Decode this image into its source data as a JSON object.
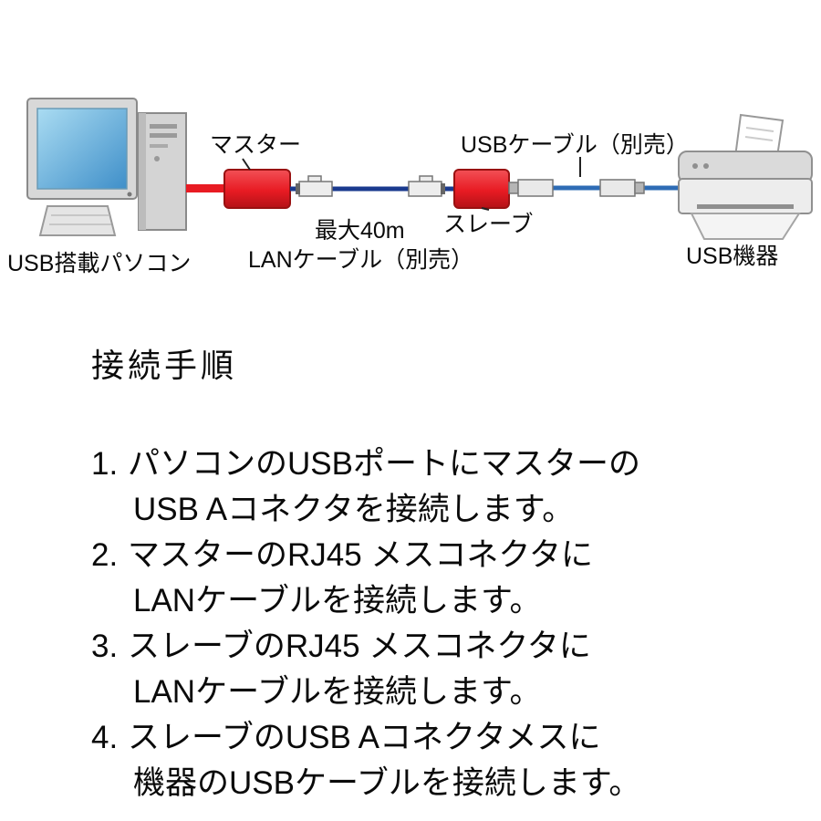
{
  "diagram": {
    "pc_label": "USB搭載パソコン",
    "master_label": "マスター",
    "lan_max_label": "最大40m",
    "lan_cable_label": "LANケーブル（別売）",
    "slave_label": "スレーブ",
    "usb_cable_label": "USBケーブル（別売）",
    "device_label": "USB機器",
    "colors": {
      "extender_red": "#e81b23",
      "cable_navy": "#1a3a8e",
      "usb_cable_blue": "#2e6cb5",
      "screen_blue": "#4e9fd4"
    }
  },
  "instructions": {
    "heading": "接続手順",
    "steps": [
      {
        "num": "1.",
        "line1": "パソコンのUSBポートにマスターの",
        "line2": "USB Aコネクタを接続します。"
      },
      {
        "num": "2.",
        "line1": "マスターのRJ45 メスコネクタに",
        "line2": "LANケーブルを接続します。"
      },
      {
        "num": "3.",
        "line1": "スレーブのRJ45 メスコネクタに",
        "line2": "LANケーブルを接続します。"
      },
      {
        "num": "4.",
        "line1": "スレーブのUSB Aコネクタメスに",
        "line2": "機器のUSBケーブルを接続します。"
      }
    ]
  }
}
